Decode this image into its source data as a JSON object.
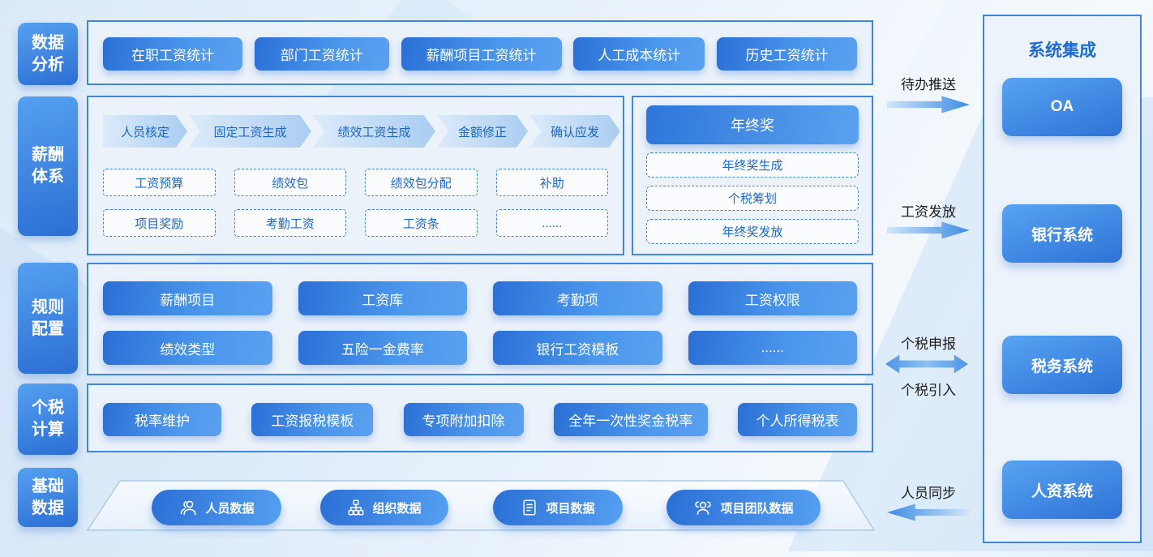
{
  "sidebar": {
    "items": [
      {
        "label": "数据分析"
      },
      {
        "label": "薪酬体系"
      },
      {
        "label": "规则配置"
      },
      {
        "label": "个税计算"
      },
      {
        "label": "基础数据"
      }
    ]
  },
  "data_analysis": {
    "buttons": [
      "在职工资统计",
      "部门工资统计",
      "薪酬项目工资统计",
      "人工成本统计",
      "历史工资统计"
    ]
  },
  "salary_system": {
    "flow_steps": [
      "人员核定",
      "固定工资生成",
      "绩效工资生成",
      "金额修正",
      "确认应发"
    ],
    "modules": [
      "工资预算",
      "绩效包",
      "绩效包分配",
      "补助",
      "项目奖励",
      "考勤工资",
      "工资条",
      "......"
    ],
    "year_end_bonus": {
      "title": "年终奖",
      "items": [
        "年终奖生成",
        "个税筹划",
        "年终奖发放"
      ]
    }
  },
  "rule_config": {
    "buttons": [
      "薪酬项目",
      "工资库",
      "考勤项",
      "工资权限",
      "绩效类型",
      "五险一金费率",
      "银行工资模板",
      "......"
    ]
  },
  "tax_calc": {
    "buttons": [
      "税率维护",
      "工资报税模板",
      "专项附加扣除",
      "全年一次性奖金税率",
      "个人所得税表"
    ]
  },
  "base_data": {
    "items": [
      {
        "label": "人员数据",
        "icon": "person-icon"
      },
      {
        "label": "组织数据",
        "icon": "org-chart-icon"
      },
      {
        "label": "项目数据",
        "icon": "document-icon"
      },
      {
        "label": "项目团队数据",
        "icon": "team-icon"
      }
    ]
  },
  "connections": {
    "todo_push": {
      "label": "待办推送",
      "direction": "right"
    },
    "salary_pay": {
      "label": "工资发放",
      "direction": "right"
    },
    "tax_declare": {
      "label": "个税申报",
      "direction": "both"
    },
    "tax_import": {
      "label": "个税引入",
      "direction": "both"
    },
    "person_sync": {
      "label": "人员同步",
      "direction": "left"
    }
  },
  "integration": {
    "title": "系统集成",
    "systems": [
      "OA",
      "银行系统",
      "税务系统",
      "人资系统"
    ]
  },
  "colors": {
    "accent": "#2b6fd6",
    "accent_light": "#5aa0ef",
    "section_border": "#3f86dd",
    "blue_text": "#1e6ad0",
    "section_fill": "#ecf2fa"
  }
}
